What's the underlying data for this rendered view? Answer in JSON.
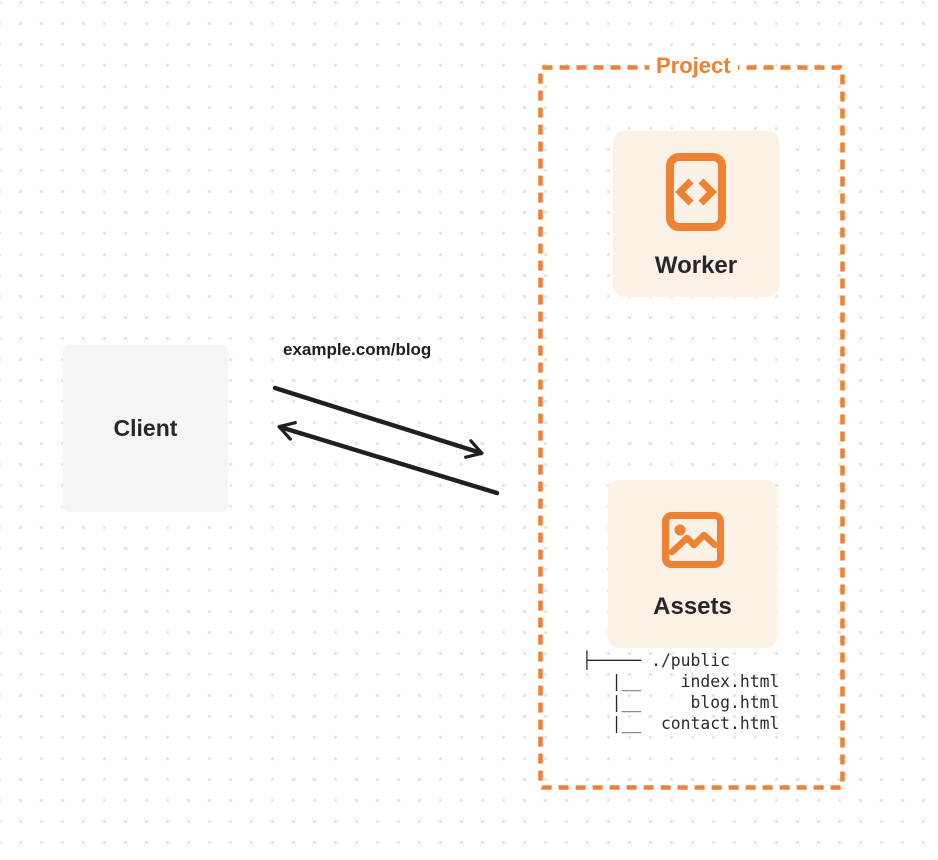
{
  "colors": {
    "accent_orange": "#ee8133",
    "card_background": "#fbf1e4",
    "client_background": "#f5f5f6",
    "arrow_color": "#1f1f1f",
    "dot_grid": "#e7e7ea",
    "text_dark": "#26262b"
  },
  "client": {
    "label": "Client"
  },
  "request_arrow": {
    "label": "example.com/blog"
  },
  "project": {
    "label": "Project",
    "worker": {
      "label": "Worker",
      "icon": "code-file-icon"
    },
    "assets": {
      "label": "Assets",
      "icon": "image-icon"
    },
    "file_tree": {
      "line1": "├───── ./public",
      "line2": "   |__    index.html",
      "line3": "   |__     blog.html",
      "line4": "   |__  contact.html"
    }
  }
}
